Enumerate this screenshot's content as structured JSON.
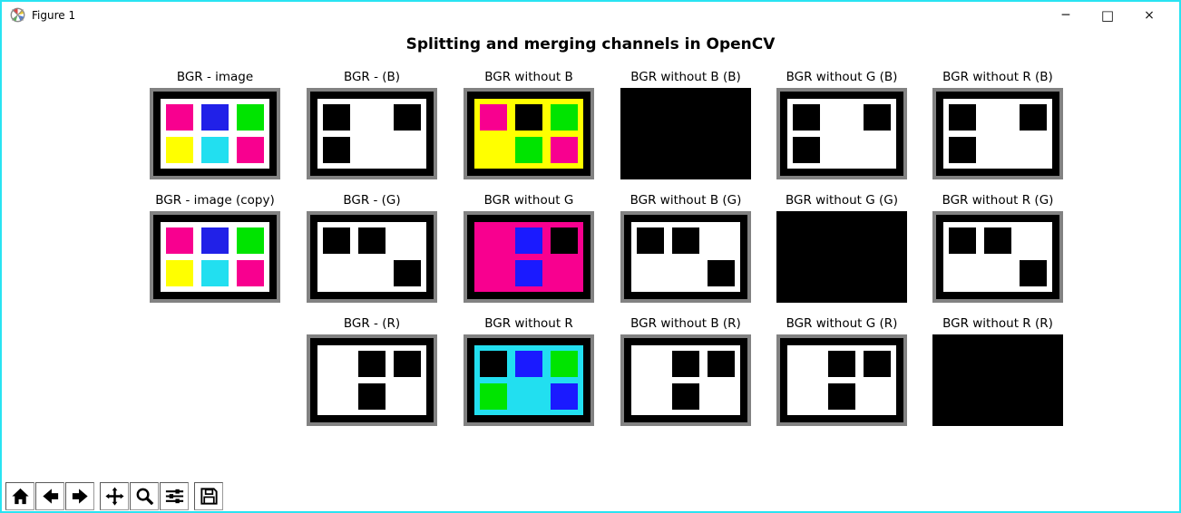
{
  "window": {
    "title": "Figure 1",
    "controls": {
      "minimize": "─",
      "maximize": "□",
      "close": "×"
    }
  },
  "figure": {
    "title": "Splitting and merging channels in OpenCV"
  },
  "palette": {
    "white": "#FFFFFF",
    "black": "#000000",
    "pink": "#F8008F",
    "blue": "#2121E8",
    "blueBright": "#1A1AFF",
    "green": "#00E400",
    "yellow": "#FFFF00",
    "cyan": "#22DFF0",
    "frameGray": "#828282",
    "windowBorder": "#29E4F2"
  },
  "subplots": [
    {
      "label": "BGR - image",
      "row": 0,
      "col": 0,
      "type": "framed",
      "bg": "white",
      "squares": [
        "pink",
        "blue",
        "green",
        "yellow",
        "cyan",
        "pink"
      ]
    },
    {
      "label": "BGR - (B)",
      "row": 0,
      "col": 1,
      "type": "framed",
      "bg": "white",
      "squares": [
        "black",
        "white",
        "black",
        "black",
        "white",
        "white"
      ]
    },
    {
      "label": "BGR without B",
      "row": 0,
      "col": 2,
      "type": "framed",
      "bg": "yellow",
      "squares": [
        "pink",
        "black",
        "green",
        "yellow",
        "green",
        "pink"
      ]
    },
    {
      "label": "BGR without B (B)",
      "row": 0,
      "col": 3,
      "type": "solid",
      "fill": "black"
    },
    {
      "label": "BGR without G (B)",
      "row": 0,
      "col": 4,
      "type": "framed",
      "bg": "white",
      "squares": [
        "black",
        "white",
        "black",
        "black",
        "white",
        "white"
      ]
    },
    {
      "label": "BGR without R (B)",
      "row": 0,
      "col": 5,
      "type": "framed",
      "bg": "white",
      "squares": [
        "black",
        "white",
        "black",
        "black",
        "white",
        "white"
      ]
    },
    {
      "label": "BGR - image (copy)",
      "row": 1,
      "col": 0,
      "type": "framed",
      "bg": "white",
      "squares": [
        "pink",
        "blue",
        "green",
        "yellow",
        "cyan",
        "pink"
      ]
    },
    {
      "label": "BGR - (G)",
      "row": 1,
      "col": 1,
      "type": "framed",
      "bg": "white",
      "squares": [
        "black",
        "black",
        "white",
        "white",
        "white",
        "black"
      ]
    },
    {
      "label": "BGR without G",
      "row": 1,
      "col": 2,
      "type": "framed",
      "bg": "pink",
      "squares": [
        "pink",
        "blueBright",
        "black",
        "pink",
        "blueBright",
        "pink"
      ]
    },
    {
      "label": "BGR without B (G)",
      "row": 1,
      "col": 3,
      "type": "framed",
      "bg": "white",
      "squares": [
        "black",
        "black",
        "white",
        "white",
        "white",
        "black"
      ]
    },
    {
      "label": "BGR without G (G)",
      "row": 1,
      "col": 4,
      "type": "solid",
      "fill": "black"
    },
    {
      "label": "BGR without R (G)",
      "row": 1,
      "col": 5,
      "type": "framed",
      "bg": "white",
      "squares": [
        "black",
        "black",
        "white",
        "white",
        "white",
        "black"
      ]
    },
    {
      "label": "BGR - (R)",
      "row": 2,
      "col": 1,
      "type": "framed",
      "bg": "white",
      "squares": [
        "white",
        "black",
        "black",
        "white",
        "black",
        "white"
      ]
    },
    {
      "label": "BGR without R",
      "row": 2,
      "col": 2,
      "type": "framed",
      "bg": "cyan",
      "squares": [
        "black",
        "blueBright",
        "green",
        "green",
        "cyan",
        "blueBright"
      ]
    },
    {
      "label": "BGR without B (R)",
      "row": 2,
      "col": 3,
      "type": "framed",
      "bg": "white",
      "squares": [
        "white",
        "black",
        "black",
        "white",
        "black",
        "white"
      ]
    },
    {
      "label": "BGR without G (R)",
      "row": 2,
      "col": 4,
      "type": "framed",
      "bg": "white",
      "squares": [
        "white",
        "black",
        "black",
        "white",
        "black",
        "white"
      ]
    },
    {
      "label": "BGR without R (R)",
      "row": 2,
      "col": 5,
      "type": "solid",
      "fill": "black"
    }
  ],
  "toolbar": {
    "groups": [
      [
        "home",
        "back",
        "forward"
      ],
      [
        "pan",
        "zoom",
        "configure-subplots"
      ],
      [
        "save"
      ]
    ]
  }
}
